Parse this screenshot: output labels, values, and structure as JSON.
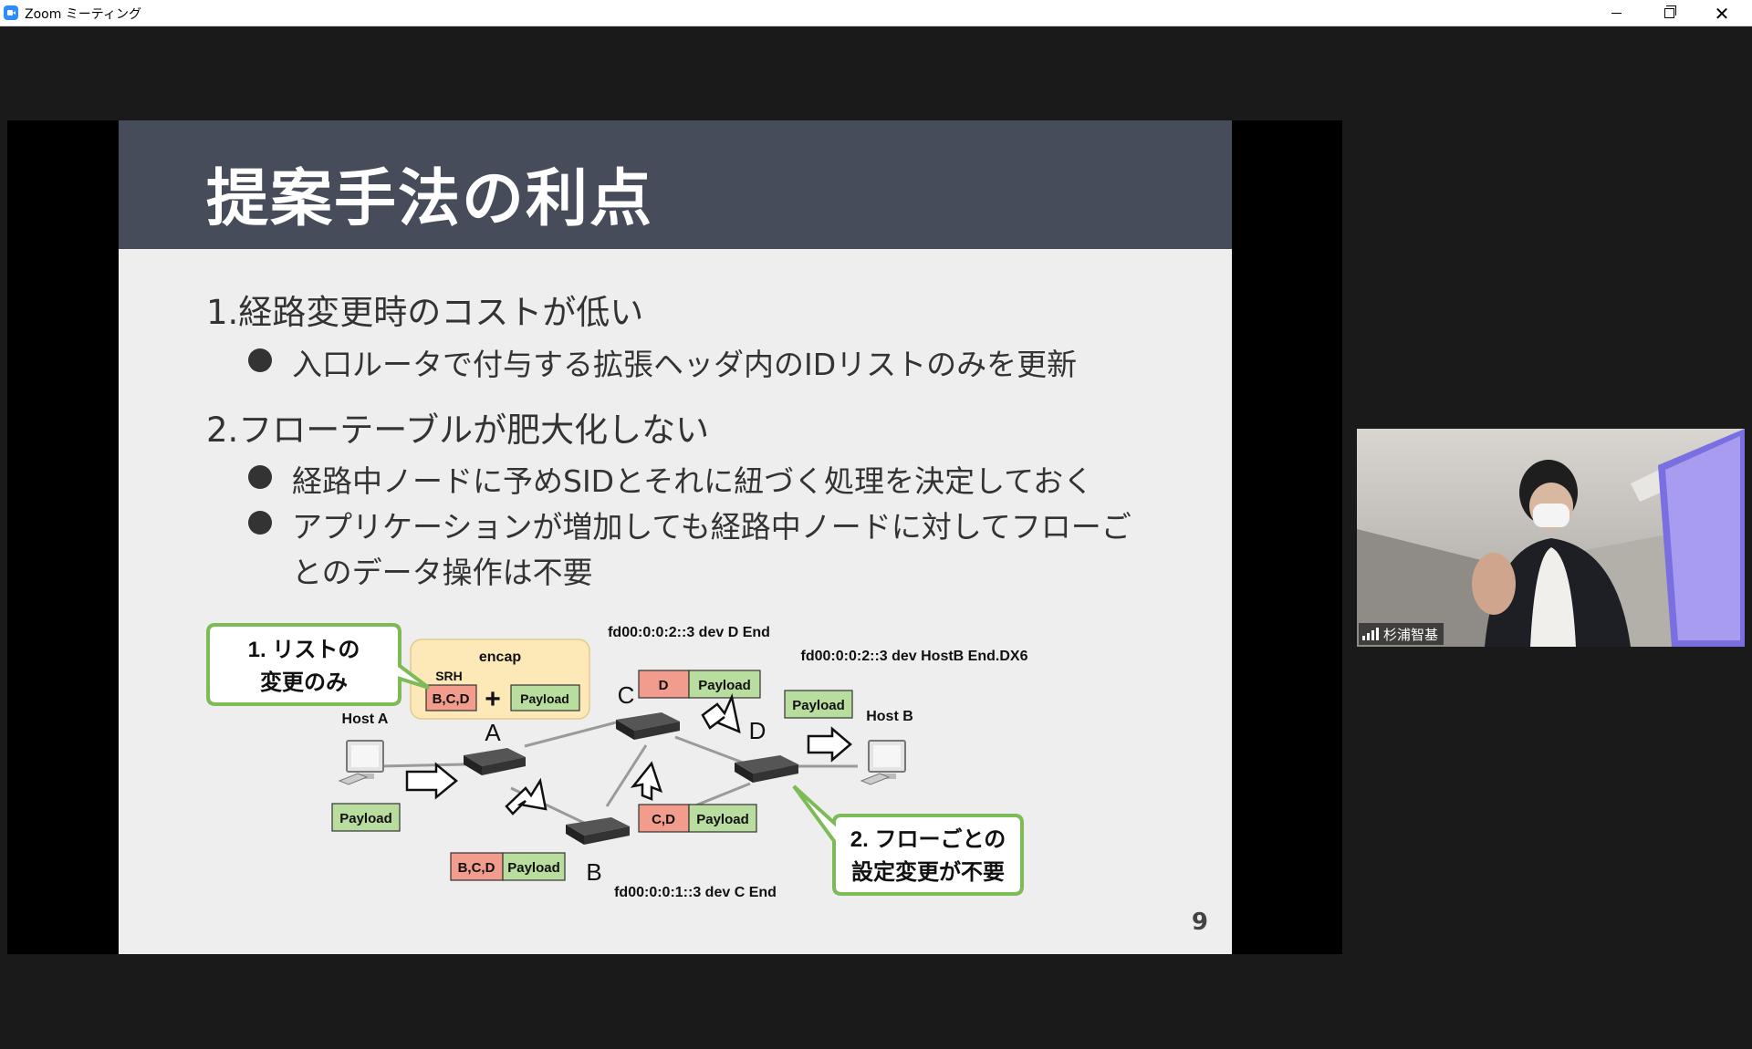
{
  "window": {
    "title": "Zoom ミーティング",
    "minimize_label": "minimize",
    "restore_label": "restore",
    "close_label": "close"
  },
  "slide": {
    "title": "提案手法の利点",
    "point1": "1.経路変更時のコストが低い",
    "point1_bullets": [
      "入口ルータで付与する拡張ヘッダ内のIDリストのみを更新"
    ],
    "point2": "2.フローテーブルが肥大化しない",
    "point2_bullets": [
      "経路中ノードに予めSIDとそれに紐づく処理を決定しておく",
      "アプリケーションが増加しても経路中ノードに対してフローご",
      "とのデータ操作は不要"
    ],
    "page_number": "9",
    "diagram": {
      "callout1_line1": "1. リストの",
      "callout1_line2": "変更のみ",
      "encap": "encap",
      "srh": "SRH",
      "srh_list": "B,C,D",
      "plus": "+",
      "payload": "Payload",
      "host_a": "Host A",
      "host_b": "Host B",
      "node_a": "A",
      "node_b": "B",
      "node_c": "C",
      "node_d": "D",
      "label_c": "fd00:0:0:2::3 dev D End",
      "label_d": "fd00:0:0:2::3 dev HostB End.DX6",
      "label_b": "fd00:0:0:1::3 dev C End",
      "pkt_c": "D",
      "pkt_d_return": "C,D",
      "pkt_b": "B,C,D",
      "callout2_line1": "2. フローごとの",
      "callout2_line2": "設定変更が不要"
    }
  },
  "participant": {
    "name": "杉浦智基"
  },
  "colors": {
    "slide_header": "#474c5a",
    "callout_border": "#7dbb57",
    "sid_red": "#f19c8c",
    "payload_green": "#b9dd9f",
    "encap_bg": "#fde9b8"
  }
}
